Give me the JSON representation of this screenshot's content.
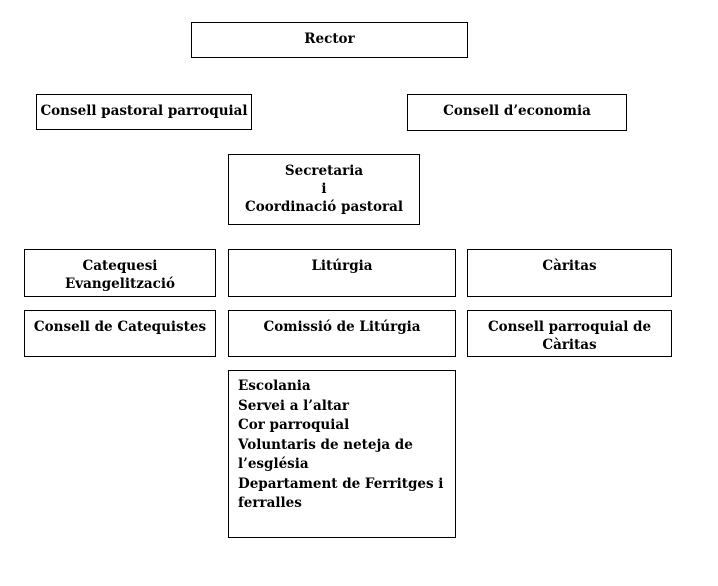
{
  "rector": "Rector",
  "consell_pastoral": "Consell pastoral parroquial",
  "consell_economia": "Consell d’economia",
  "secretaria": {
    "line1": "Secretaria",
    "line2": "i",
    "line3": "Coordinació pastoral"
  },
  "catequesi": {
    "line1": "Catequesi",
    "line2": "Evangelització"
  },
  "liturgia": "Litúrgia",
  "caritas": "Càritas",
  "consell_catequistes": "Consell de Catequistes",
  "comissio_liturgia": "Comissió de Litúrgia",
  "consell_caritas": {
    "line1": "Consell parroquial de",
    "line2": "Càritas"
  },
  "liturgia_groups": [
    "Escolania",
    "Servei a l’altar",
    "Cor parroquial",
    "Voluntaris de neteja de",
    "l’església",
    "Departament de Ferritges i",
    "ferralles"
  ]
}
